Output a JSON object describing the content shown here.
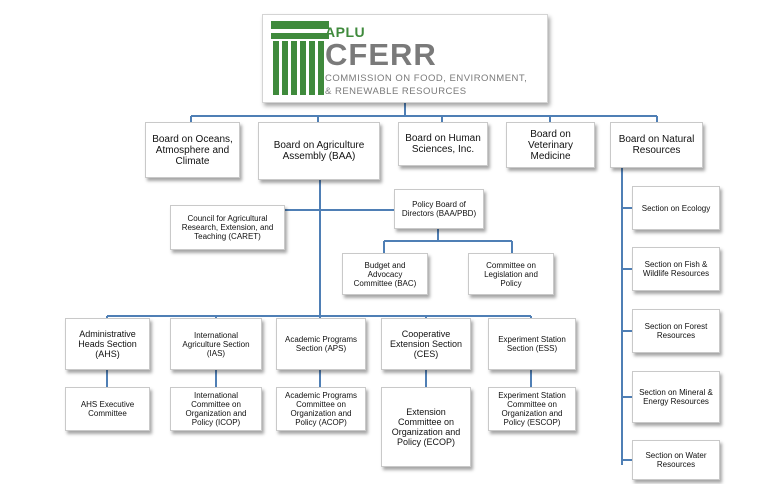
{
  "logo": {
    "top_word": "APLU",
    "main_word": "CFERR",
    "subtitle_line1": "COMMISSION ON FOOD, ENVIRONMENT,",
    "subtitle_line2": "& RENEWABLE RESOURCES",
    "colors": {
      "green": "#3f8a3c",
      "gray": "#7a7a7a"
    }
  },
  "colors": {
    "connector": "#4f7fb5"
  },
  "boards": {
    "oceans": "Board on Oceans,\nAtmosphere and\nClimate",
    "agriculture": "Board on Agriculture\nAssembly (BAA)",
    "human_sciences": "Board on Human\nSciences, Inc.",
    "veterinary": "Board on\nVeterinary\nMedicine",
    "natural_resources": "Board on Natural\nResources"
  },
  "baa_units": {
    "caret": "Council for Agricultural\nResearch, Extension, and\nTeaching (CARET)",
    "policy_board": "Policy Board of\nDirectors (BAA/PBD)",
    "budget": "Budget and\nAdvocacy\nCommittee (BAC)",
    "legislation": "Committee on\nLegislation and\nPolicy"
  },
  "sections": {
    "ahs": "Administrative\nHeads Section\n(AHS)",
    "ias": "International\nAgriculture Section\n(IAS)",
    "aps": "Academic Programs\nSection (APS)",
    "ces": "Cooperative\nExtension Section\n(CES)",
    "ess": "Experiment Station\nSection (ESS)"
  },
  "section_committees": {
    "ahs": "AHS Executive\nCommittee",
    "ias": "International\nCommittee on\nOrganization and\nPolicy (ICOP)",
    "aps": "Academic Programs\nCommittee on\nOrganization and\nPolicy (ACOP)",
    "ces": "Extension\nCommittee on\nOrganization and\nPolicy (ECOP)",
    "ess": "Experiment Station\nCommittee on\nOrganization and\nPolicy (ESCOP)"
  },
  "natural_resources_sections": {
    "ecology": "Section on Ecology",
    "fish_wildlife": "Section on Fish &\nWildlife Resources",
    "forest": "Section on Forest\nResources",
    "mineral_energy": "Section on Mineral &\nEnergy Resources",
    "water": "Section on Water\nResources"
  }
}
